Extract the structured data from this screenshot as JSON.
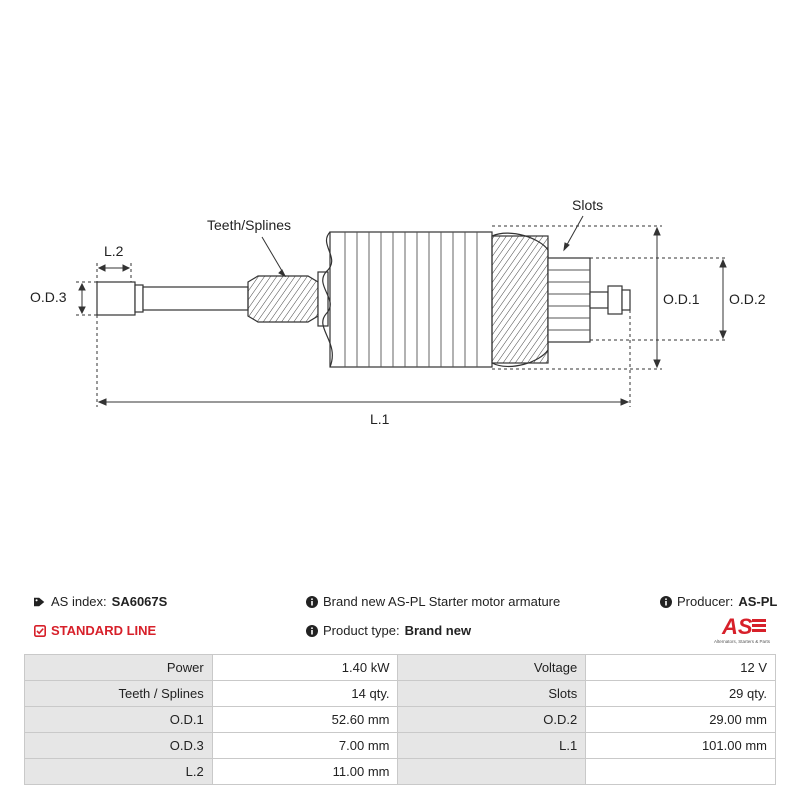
{
  "diagram": {
    "labels": {
      "teeth": "Teeth/Splines",
      "slots": "Slots",
      "l2": "L.2",
      "od3": "O.D.3",
      "od1": "O.D.1",
      "od2": "O.D.2",
      "l1": "L.1"
    }
  },
  "info": {
    "as_index_label": "AS index:",
    "as_index_value": "SA6067S",
    "description": "Brand new AS-PL Starter motor armature",
    "producer_label": "Producer:",
    "producer_value": "AS-PL",
    "standard_line": "STANDARD LINE",
    "product_type_label": "Product type:",
    "product_type_value": "Brand new",
    "logo_text": "AS",
    "logo_tagline": "Alternators, Starters & Parts"
  },
  "specs": [
    {
      "label": "Power",
      "value": "1.40 kW",
      "label2": "Voltage",
      "value2": "12 V"
    },
    {
      "label": "Teeth / Splines",
      "value": "14 qty.",
      "label2": "Slots",
      "value2": "29 qty."
    },
    {
      "label": "O.D.1",
      "value": "52.60 mm",
      "label2": "O.D.2",
      "value2": "29.00 mm"
    },
    {
      "label": "O.D.3",
      "value": "7.00 mm",
      "label2": "L.1",
      "value2": "101.00 mm"
    },
    {
      "label": "L.2",
      "value": "11.00 mm",
      "label2": "",
      "value2": ""
    }
  ],
  "colors": {
    "accent": "#d7202a",
    "line": "#333333",
    "label_bg": "#e6e6e6"
  }
}
